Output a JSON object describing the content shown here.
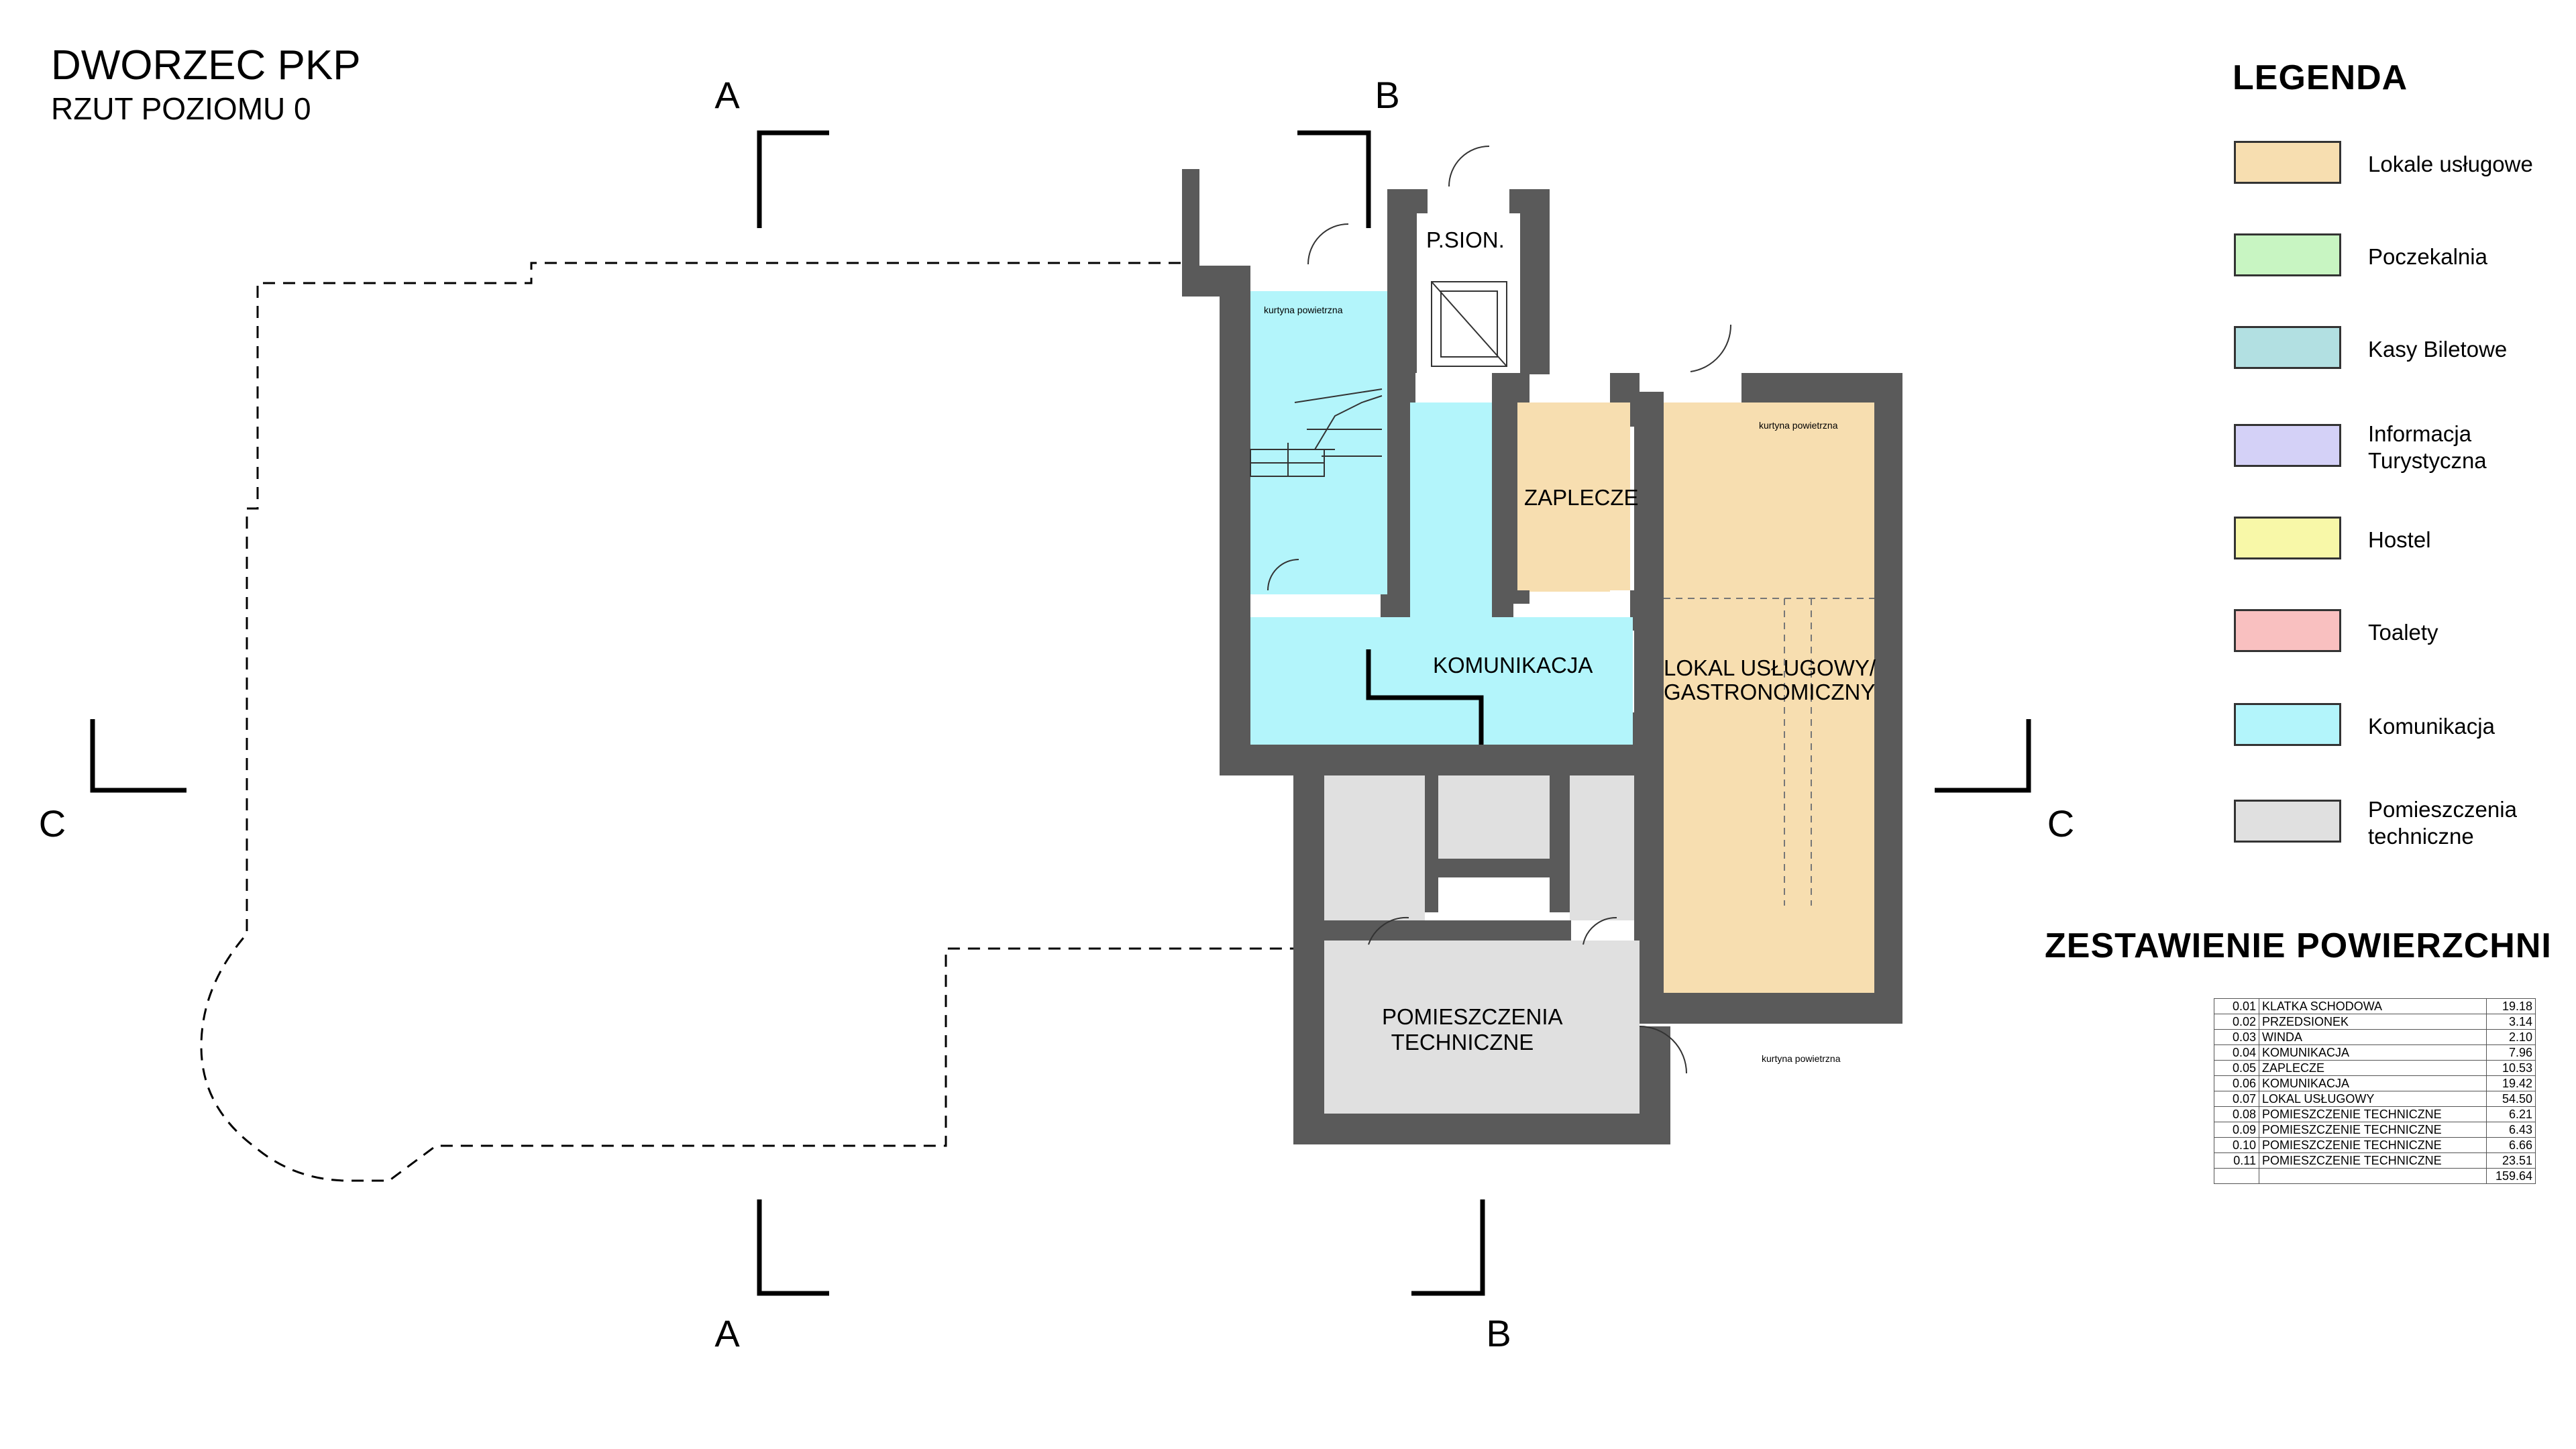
{
  "header": {
    "title": "DWORZEC PKP",
    "subtitle": "RZUT POZIOMU 0"
  },
  "sections": {
    "a": "A",
    "b": "B",
    "c": "C"
  },
  "rooms": {
    "psion": "P.SION.",
    "zaplecze": "ZAPLECZE",
    "komunikacja": "KOMUNIKACJA",
    "lokal_line1": "LOKAL USŁUGOWY/",
    "lokal_line2": "GASTRONOMICZNY",
    "tech_line1": "POMIESZCZENIA",
    "tech_line2": "TECHNICZNE",
    "curtain": "kurtyna powietrzna"
  },
  "legend": {
    "title": "LEGENDA",
    "items": [
      {
        "label": "Lokale usługowe",
        "color": "#f7deb0"
      },
      {
        "label": "Poczekalnia",
        "color": "#c8f5c2"
      },
      {
        "label": "Kasy Biletowe",
        "color": "#b2e0e2"
      },
      {
        "label": "Informacja Turystyczna",
        "color": "#d4d1f7"
      },
      {
        "label": "Hostel",
        "color": "#f8f8a8"
      },
      {
        "label": "Toalety",
        "color": "#f9c0c0"
      },
      {
        "label": "Komunikacja",
        "color": "#b3f5fb"
      },
      {
        "label": "Pomieszczenia techniczne",
        "color": "#e0e0e0"
      }
    ]
  },
  "summary": {
    "title": "ZESTAWIENIE POWIERZCHNI",
    "rows": [
      {
        "no": "0.01",
        "name": "KLATKA SCHODOWA",
        "area": "19.18"
      },
      {
        "no": "0.02",
        "name": "PRZEDSIONEK",
        "area": "3.14"
      },
      {
        "no": "0.03",
        "name": "WINDA",
        "area": "2.10"
      },
      {
        "no": "0.04",
        "name": "KOMUNIKACJA",
        "area": "7.96"
      },
      {
        "no": "0.05",
        "name": "ZAPLECZE",
        "area": "10.53"
      },
      {
        "no": "0.06",
        "name": "KOMUNIKACJA",
        "area": "19.42"
      },
      {
        "no": "0.07",
        "name": "LOKAL USŁUGOWY",
        "area": "54.50"
      },
      {
        "no": "0.08",
        "name": "POMIESZCZENIE TECHNICZNE",
        "area": "6.21"
      },
      {
        "no": "0.09",
        "name": "POMIESZCZENIE TECHNICZNE",
        "area": "6.43"
      },
      {
        "no": "0.10",
        "name": "POMIESZCZENIE TECHNICZNE",
        "area": "6.66"
      },
      {
        "no": "0.11",
        "name": "POMIESZCZENIE TECHNICZNE",
        "area": "23.51"
      }
    ],
    "total": "159.64"
  },
  "colors": {
    "wall": "#5a5a5a",
    "outline": "#000000"
  }
}
